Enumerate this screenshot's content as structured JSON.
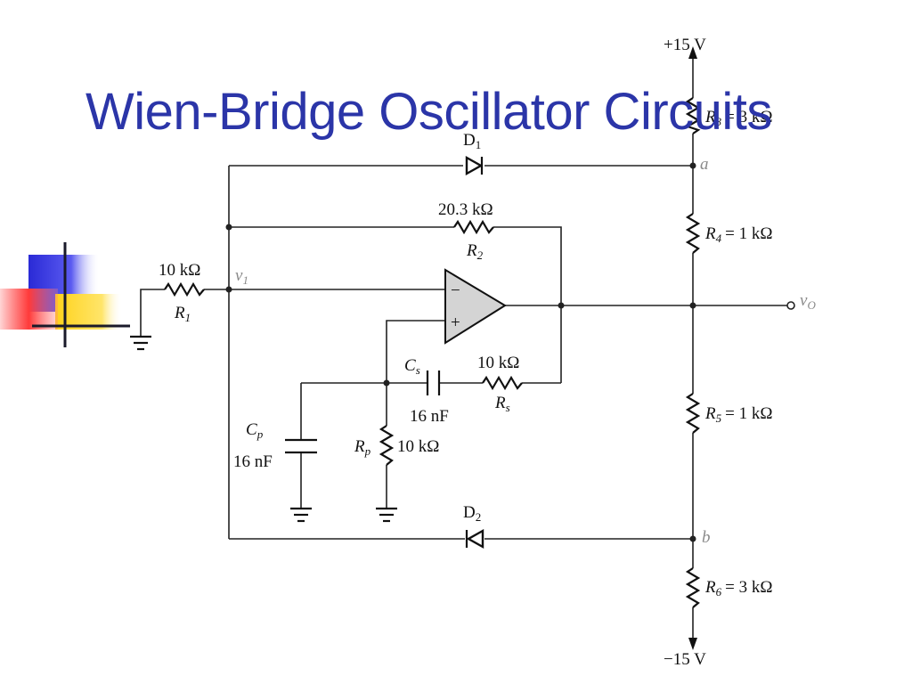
{
  "slide": {
    "title": "Wien-Bridge Oscillator Circuits"
  },
  "circuit": {
    "supply_pos": "+15 V",
    "supply_neg": "−15 V",
    "components": {
      "D1": {
        "name": "D",
        "sub": "1"
      },
      "D2": {
        "name": "D",
        "sub": "2"
      },
      "R1": {
        "name": "R",
        "sub": "1",
        "value": "10 kΩ"
      },
      "R2": {
        "name": "R",
        "sub": "2",
        "value": "20.3 kΩ"
      },
      "R3": {
        "name": "R",
        "sub": "3",
        "value": "= 3 kΩ"
      },
      "R4": {
        "name": "R",
        "sub": "4",
        "value": "= 1 kΩ"
      },
      "R5": {
        "name": "R",
        "sub": "5",
        "value": "= 1 kΩ"
      },
      "R6": {
        "name": "R",
        "sub": "6",
        "value": "= 3 kΩ"
      },
      "Rs": {
        "name": "R",
        "sub": "s",
        "value": "10 kΩ"
      },
      "Rp": {
        "name": "R",
        "sub": "p",
        "value": "10 kΩ"
      },
      "Cs": {
        "name": "C",
        "sub": "s",
        "value": "16 nF"
      },
      "Cp": {
        "name": "C",
        "sub": "p",
        "value": "16 nF"
      }
    },
    "nodes": {
      "a": "a",
      "b": "b",
      "v1": {
        "name": "v",
        "sub": "1"
      },
      "vo": {
        "name": "v",
        "sub": "O"
      }
    },
    "opamp": {
      "minus": "−",
      "plus": "+"
    }
  },
  "colors": {
    "title": "#2b35a8",
    "deco_blue": "#2a2ad6",
    "deco_red": "#ff2a2a",
    "deco_yellow": "#ffd21a",
    "opamp_fill": "#d4d4d4"
  }
}
